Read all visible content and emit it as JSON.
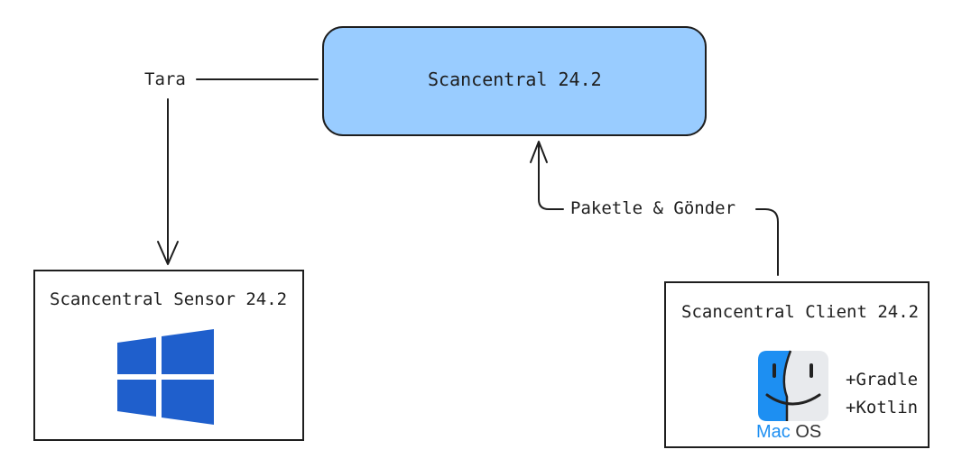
{
  "server": {
    "label": "Scancentral 24.2",
    "fill": "#99ccff"
  },
  "sensor": {
    "label": "Scancentral Sensor 24.2",
    "logo": "windows-logo-icon",
    "logo_color": "#1f5fcc"
  },
  "client": {
    "label": "Scancentral Client 24.2",
    "logo": "macos-finder-icon",
    "logo_text_a": "Mac",
    "logo_text_b": "OS",
    "extras": [
      "+Gradle",
      "+Kotlin"
    ]
  },
  "edges": {
    "scan_label": "Tara",
    "package_label": "Paketle & Gönder"
  }
}
